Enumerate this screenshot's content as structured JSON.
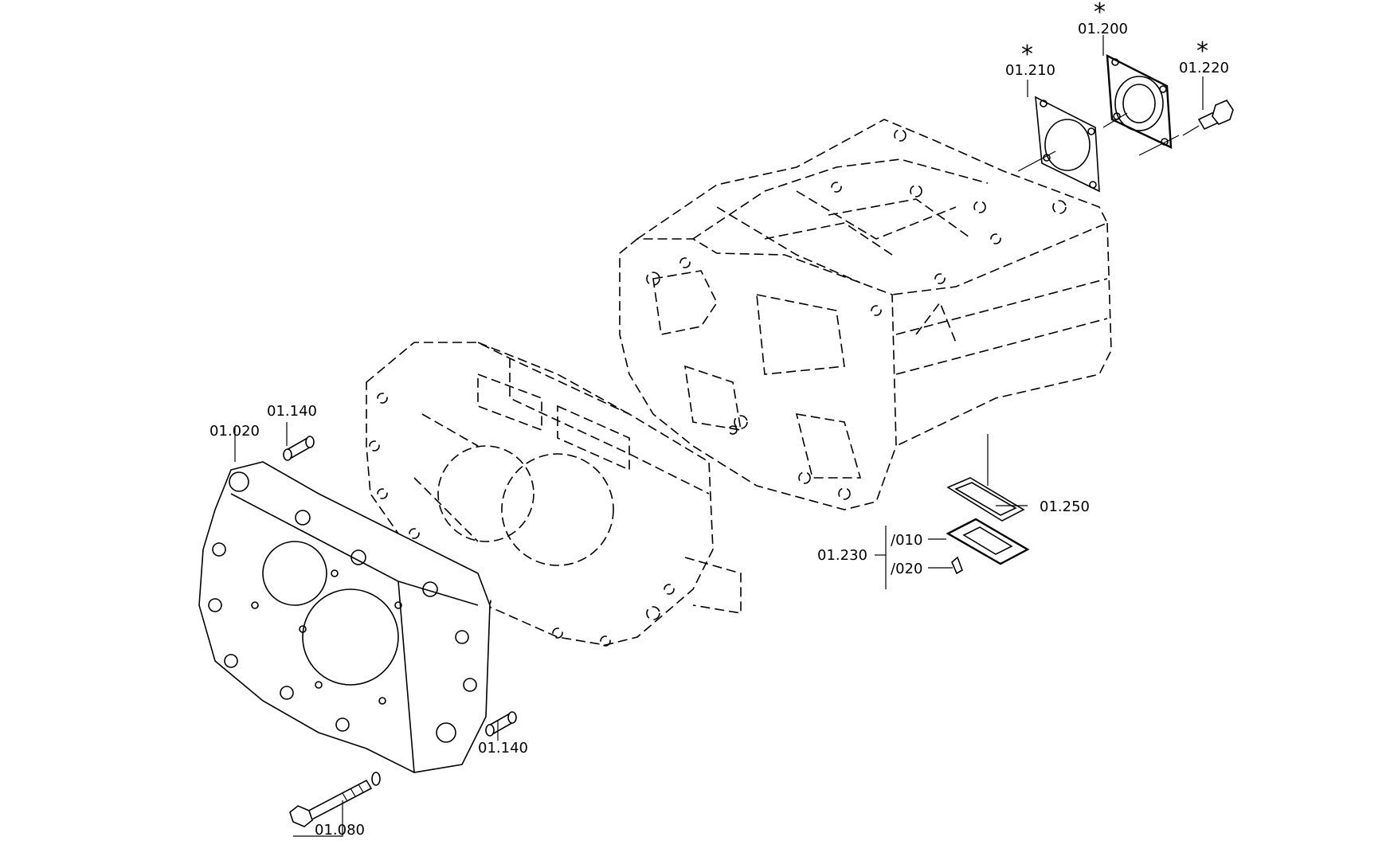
{
  "parts": {
    "p01_020": "01.020",
    "p01_140_top": "01.140",
    "p01_140_bottom": "01.140",
    "p01_080": "01.080",
    "p01_210": "01.210",
    "p01_200": "01.200",
    "p01_220": "01.220",
    "p01_250": "01.250",
    "p01_230": "01.230",
    "p010": "/010",
    "p020": "/020"
  },
  "markers": {
    "asterisk": "*"
  }
}
